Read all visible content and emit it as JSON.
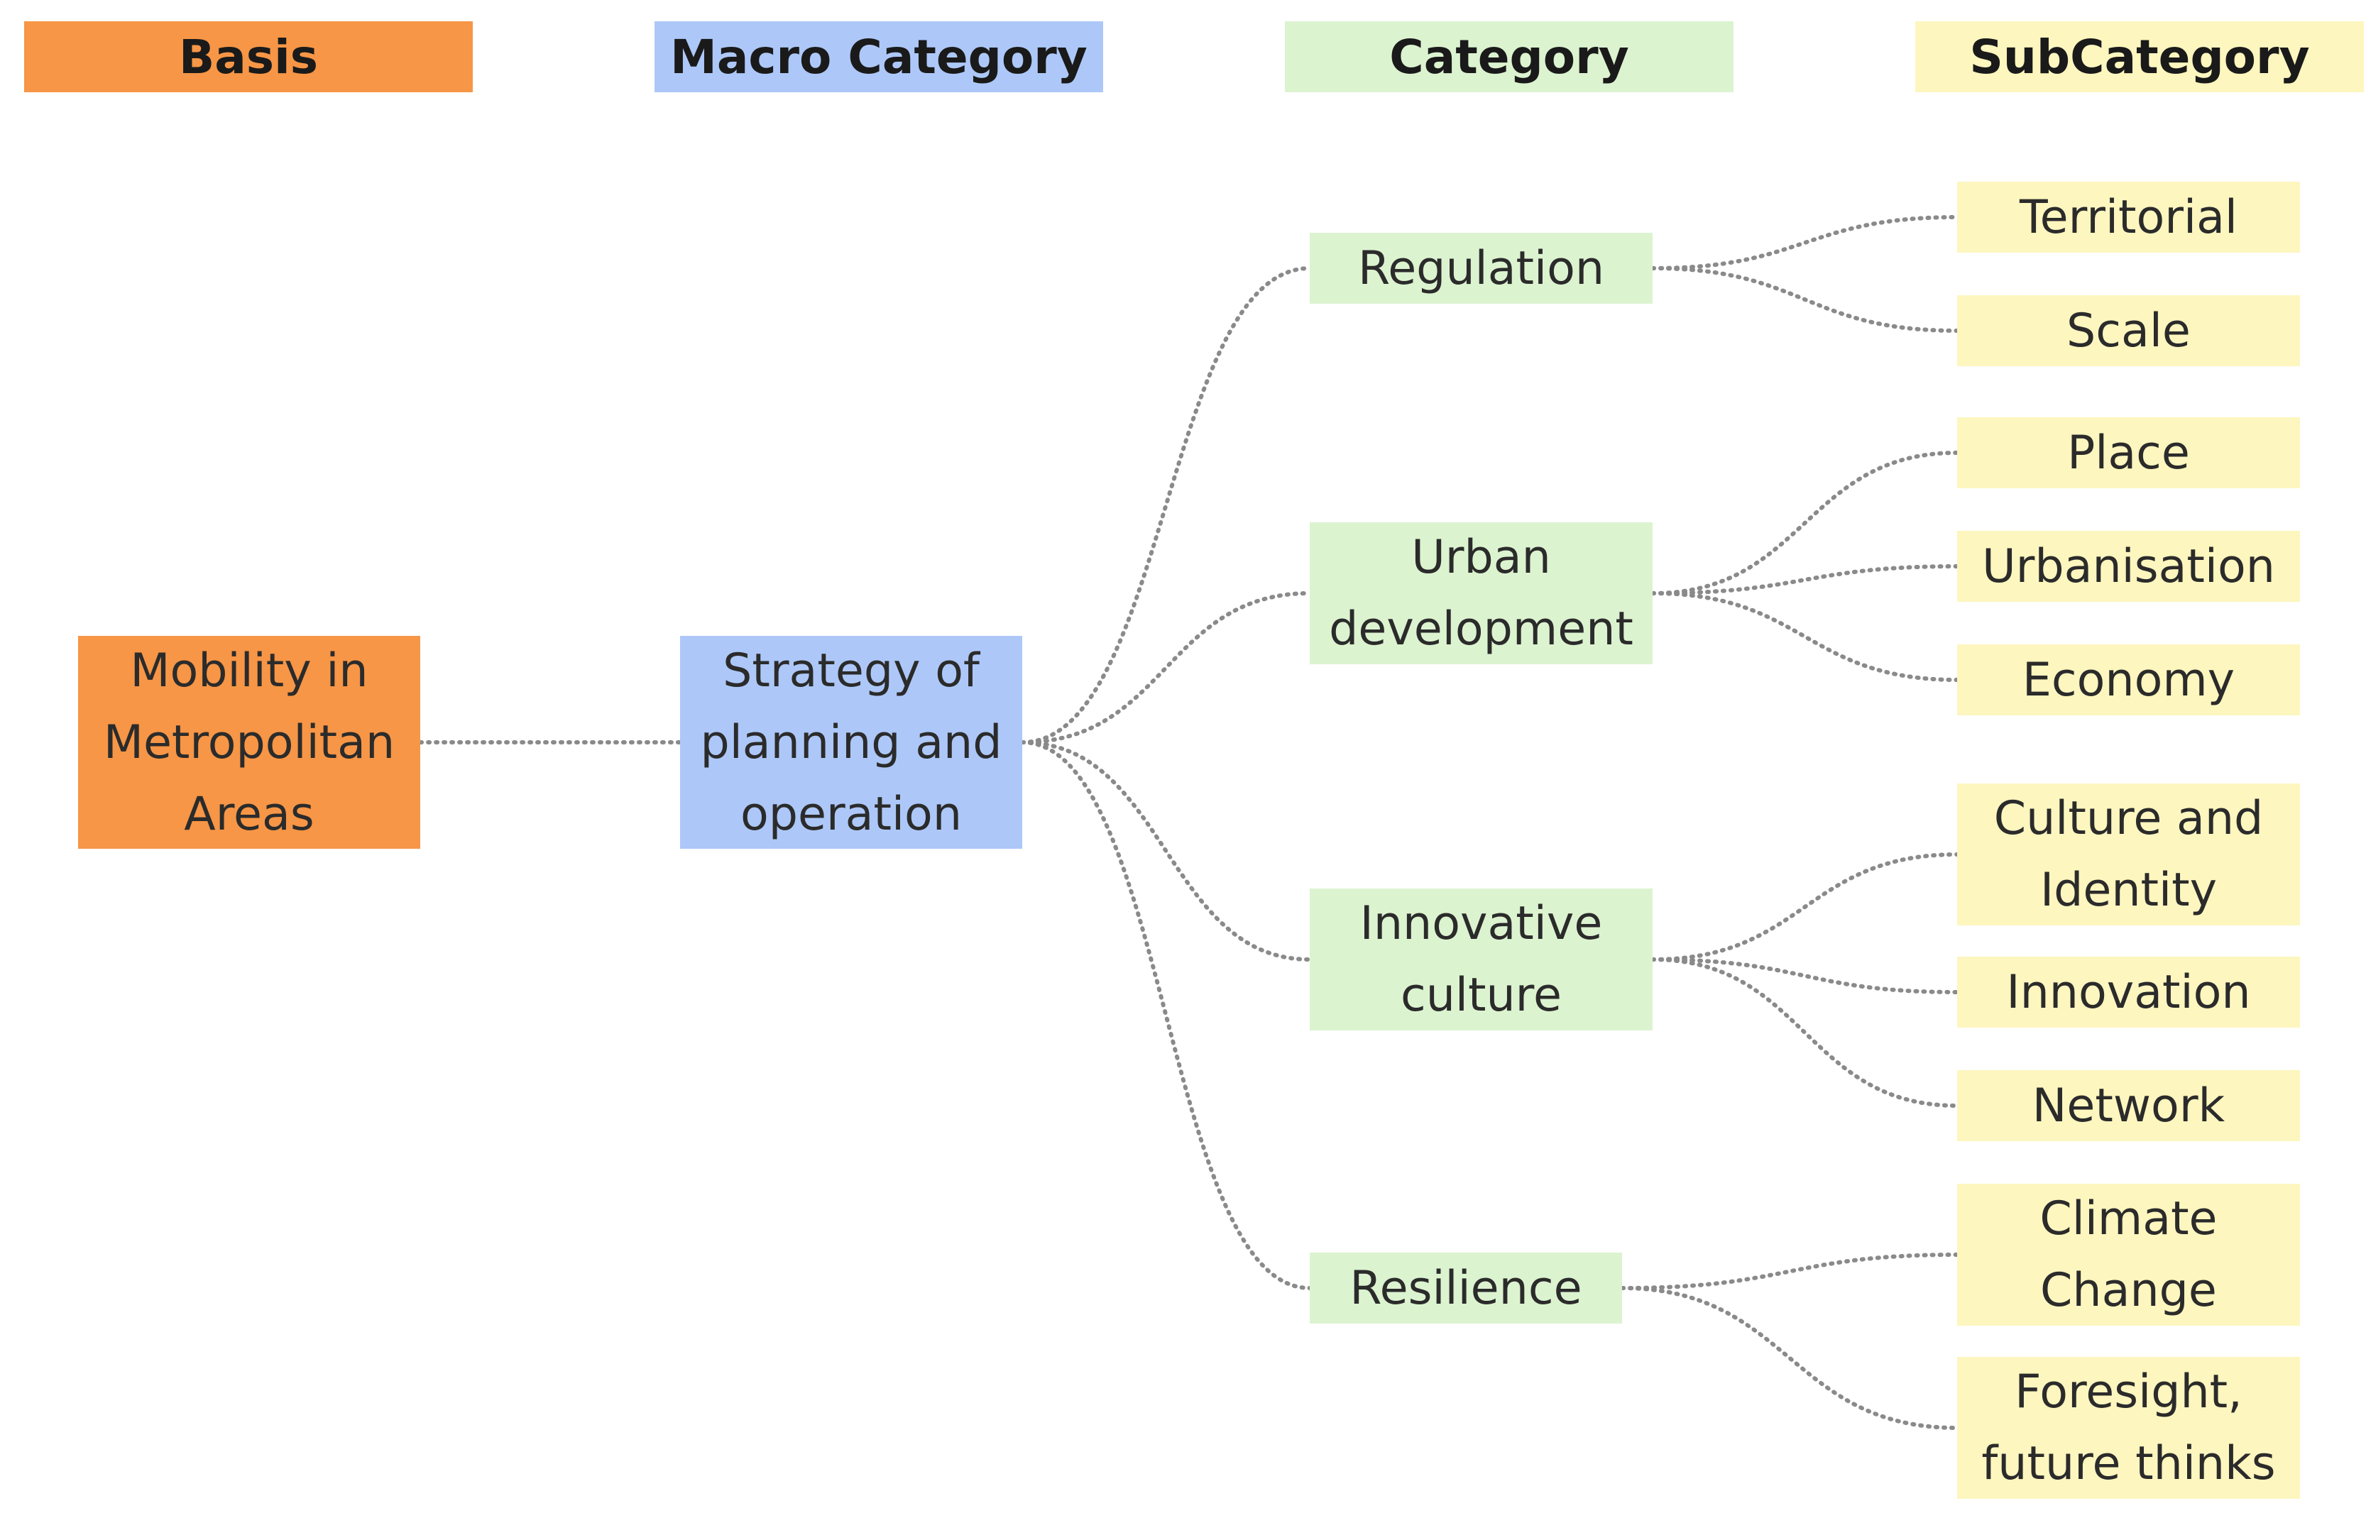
{
  "headers": {
    "basis": "Basis",
    "macro": "Macro Category",
    "category": "Category",
    "subcategory": "SubCategory"
  },
  "basis": {
    "label": "Mobility in\nMetropolitan\nAreas"
  },
  "macro": {
    "label": "Strategy of\nplanning and\noperation"
  },
  "categories": [
    {
      "label": "Regulation",
      "subcategories": [
        "Territorial",
        "Scale"
      ]
    },
    {
      "label": "Urban\ndevelopment",
      "subcategories": [
        "Place",
        "Urbanisation",
        "Economy"
      ]
    },
    {
      "label": "Innovative\nculture",
      "subcategories": [
        "Culture and\nIdentity",
        "Innovation",
        "Network"
      ]
    },
    {
      "label": "Resilience",
      "subcategories": [
        "Climate\nChange",
        "Foresight,\nfuture thinks"
      ]
    }
  ],
  "colors": {
    "basis": "#f79646",
    "macro": "#adc8f8",
    "category": "#dcf3d0",
    "subcategory": "#fdf6bf",
    "connector": "#8a8a8a"
  }
}
